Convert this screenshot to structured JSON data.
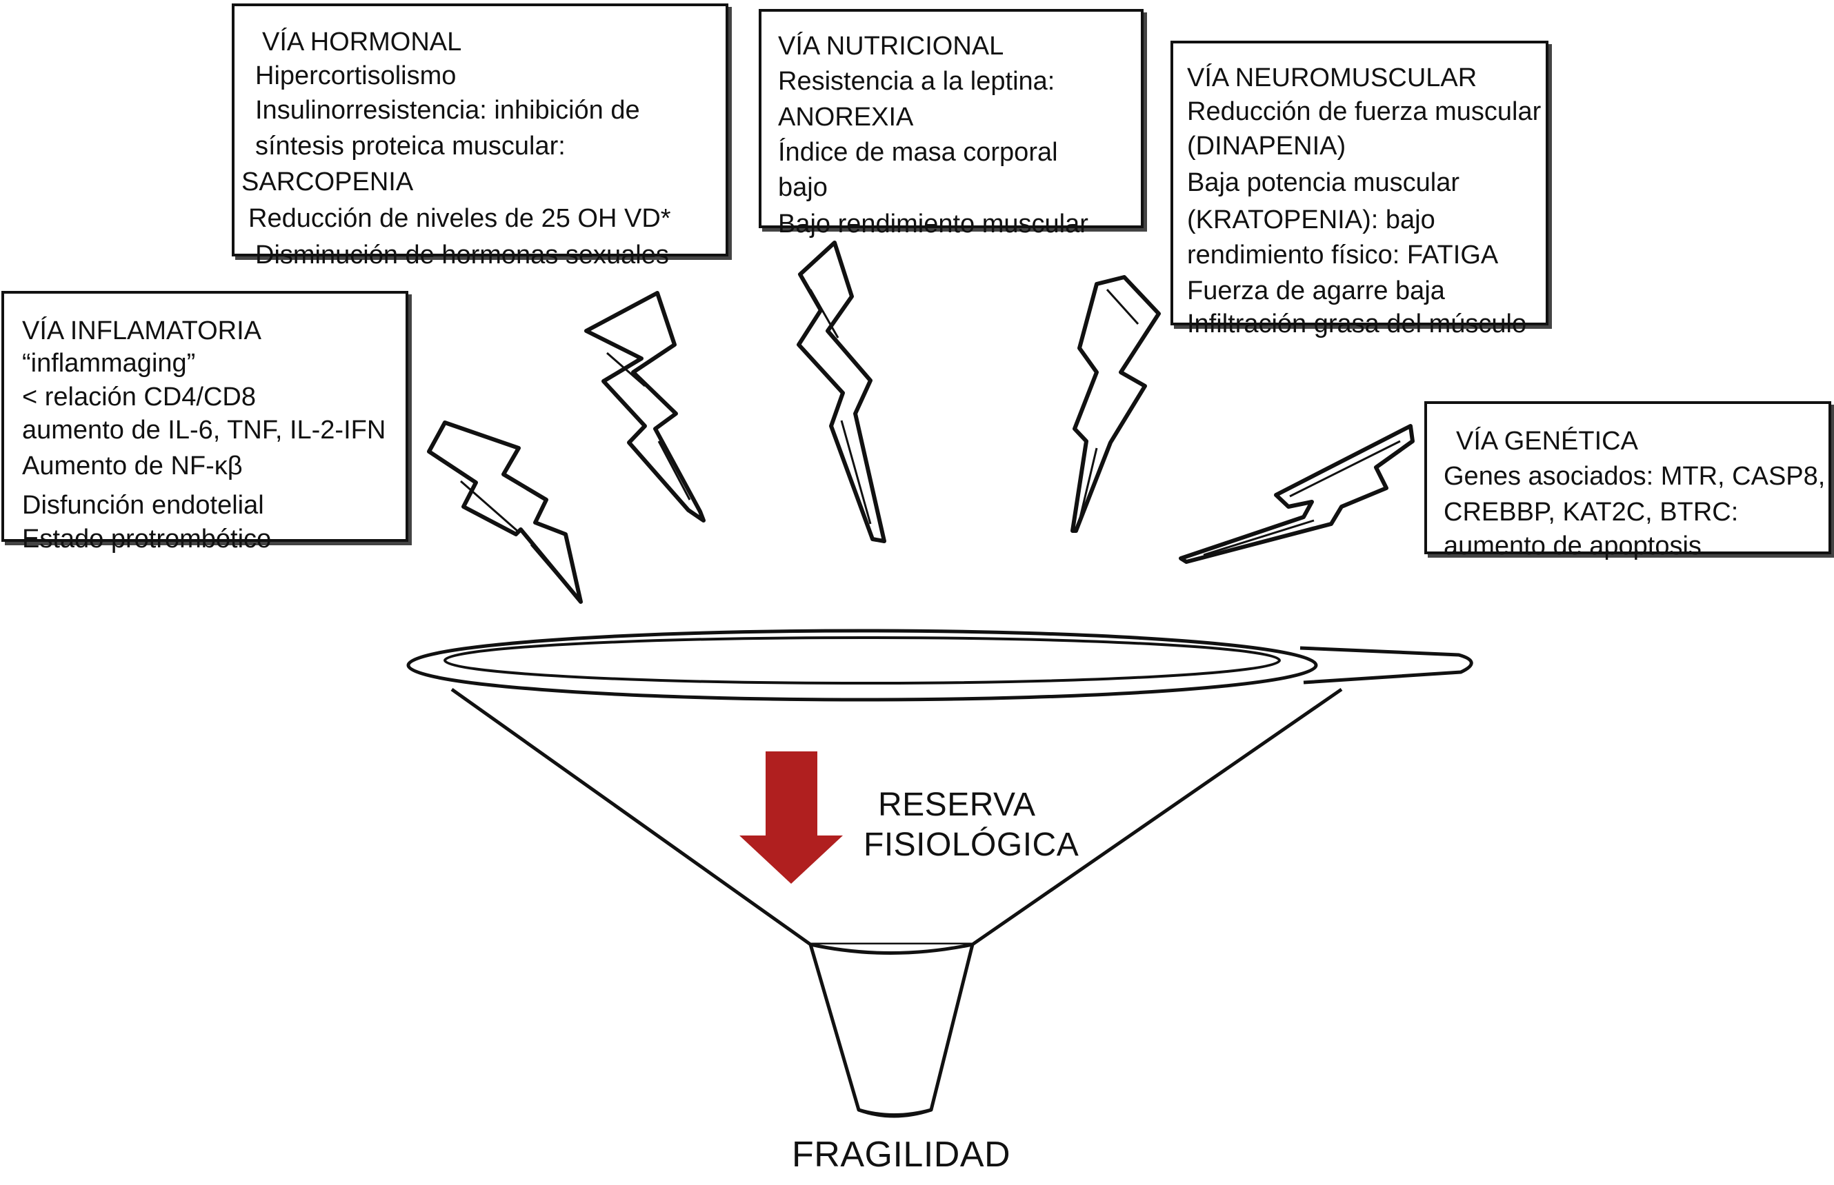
{
  "boxes": {
    "hormonal": {
      "title": "VÍA HORMONAL",
      "lines": [
        "Hipercortisolismo",
        "Insulinorresistencia: inhibición de",
        "síntesis proteica muscular:",
        "SARCOPENIA",
        "Reducción de niveles de 25 OH VD*",
        "Disminución de hormonas sexuales"
      ]
    },
    "nutricional": {
      "title": "VÍA NUTRICIONAL",
      "lines": [
        "Resistencia a la leptina:",
        "ANOREXIA",
        "Índice de masa corporal",
        "bajo",
        "Bajo rendimiento muscular"
      ]
    },
    "neuromuscular": {
      "title": "VÍA NEUROMUSCULAR",
      "lines": [
        "Reducción de fuerza muscular",
        "(DINAPENIA)",
        "Baja potencia muscular",
        "(KRATOPENIA): bajo",
        "rendimiento físico: FATIGA",
        "Fuerza de agarre baja",
        "Infiltración grasa del músculo"
      ]
    },
    "inflamatoria": {
      "title": "VÍA INFLAMATORIA",
      "lines": [
        "“inflammaging”",
        "< relación CD4/CD8",
        "aumento de IL-6, TNF, IL-2-IFN",
        "Aumento de NF-κβ",
        "Disfunción endotelial",
        "Estado protrombótico"
      ]
    },
    "genetica": {
      "title": "VÍA GENÉTICA",
      "lines": [
        "Genes asociados: MTR, CASP8,",
        "CREBBP, KAT2C, BTRC:",
        "aumento de apoptosis"
      ]
    }
  },
  "funnel": {
    "label_line1": "RESERVA",
    "label_line2": "FISIOLÓGICA",
    "arrow_color": "#b01f1f"
  },
  "outcome": "FRAGILIDAD"
}
